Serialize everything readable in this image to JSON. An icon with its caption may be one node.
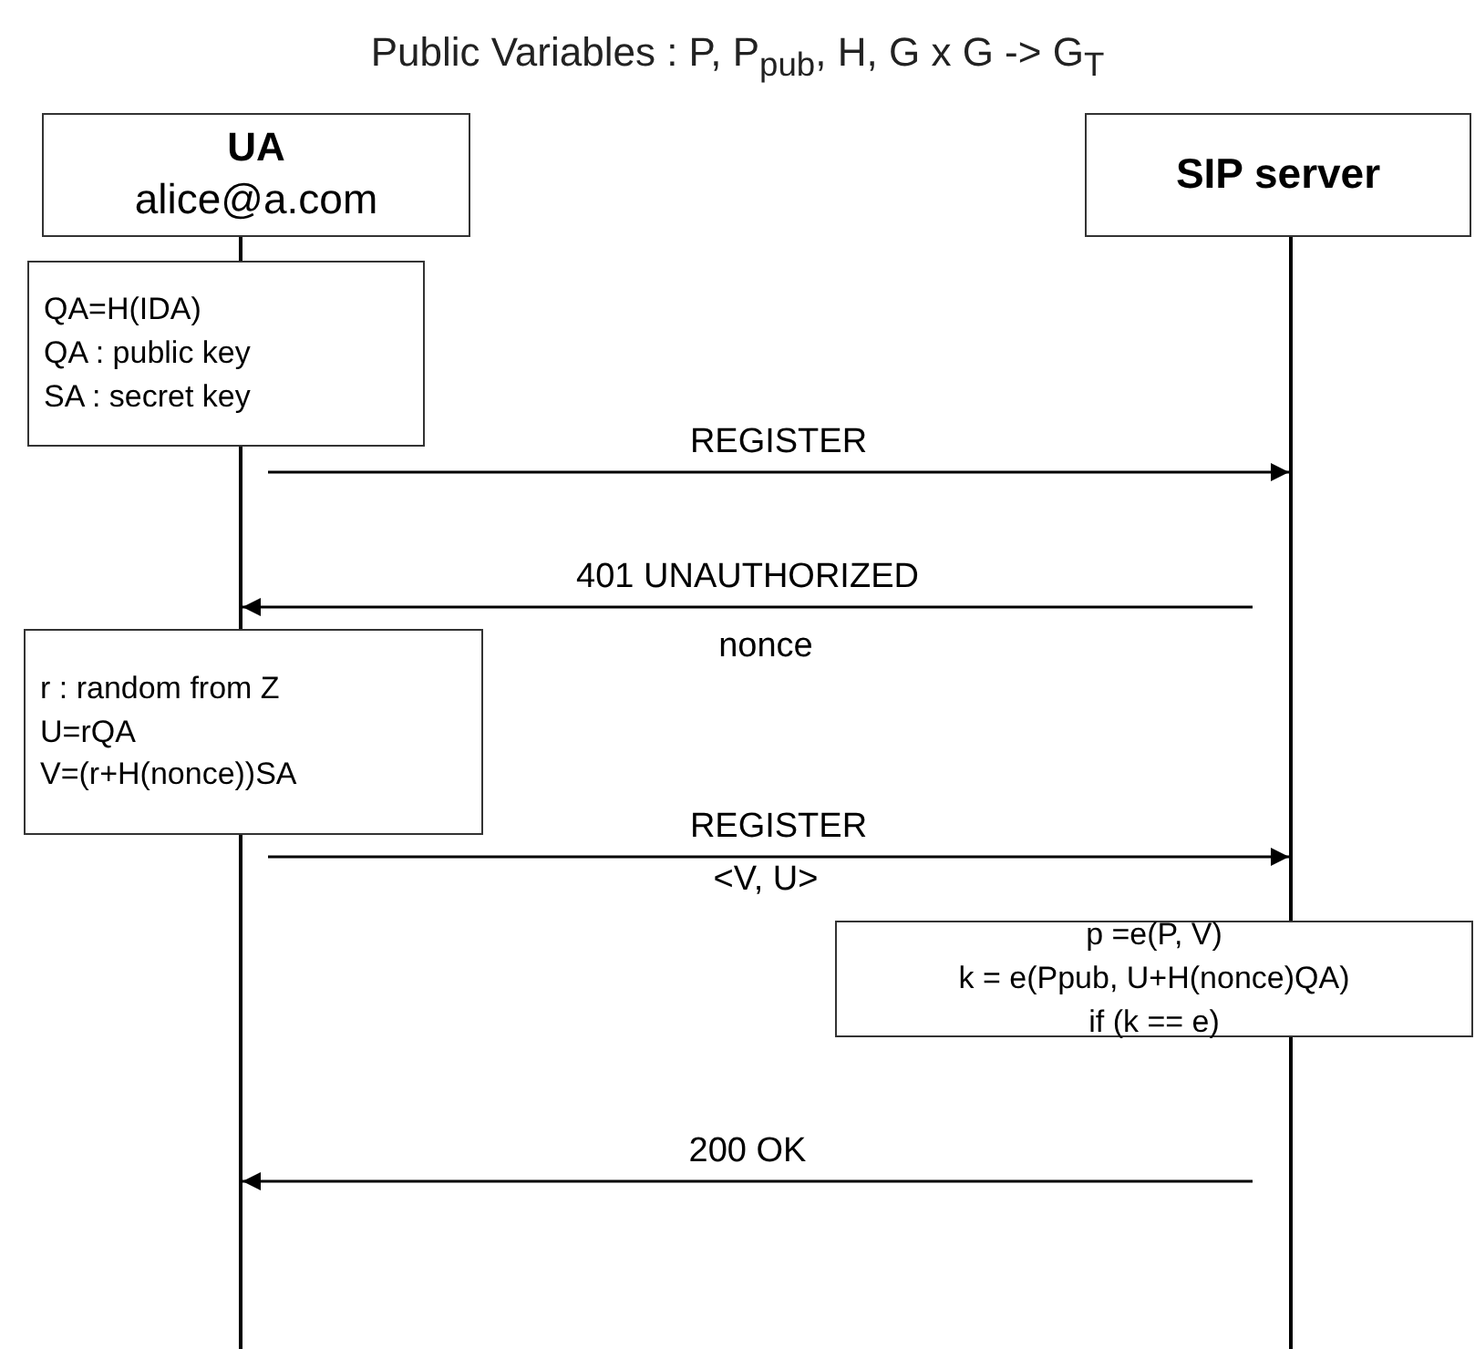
{
  "diagram": {
    "title": "Public Variables : P, P$_{pub}$, H, G x G -> G$_{T}$",
    "nodes": [
      {
        "text": [
          "UA",
          "alice@a.com"
        ]
      },
      {
        "text": [
          "SIP server"
        ]
      },
      {
        "text": [],
        "shape": "bar"
      },
      {
        "text": [],
        "shape": "bar"
      },
      {
        "text": [
          "QA=H(IDA)",
          "QA : public key",
          "SA : secret key"
        ]
      },
      {
        "text": [
          "r : random from Z",
          "U=rQA",
          "V=(r+H(nonce))SA"
        ]
      },
      {
        "text": [
          "p =e(P, V)",
          "k = e(Ppub, U+H(nonce)QA)",
          "if (k == e)"
        ]
      }
    ],
    "edges": [
      {
        "from": 2,
        "to": 3,
        "arrow": "to",
        "label": "REGISTER"
      },
      {
        "from": 3,
        "to": 2,
        "arrow": "to",
        "label": "401 UNAUTHORIZED"
      },
      {
        "from": 2,
        "to": 3,
        "arrow": "to",
        "label": "REGISTER"
      },
      {
        "from": 3,
        "to": 2,
        "arrow": "to",
        "label": "200 OK"
      }
    ],
    "labels": [
      "nonce",
      "<V, U>"
    ]
  }
}
